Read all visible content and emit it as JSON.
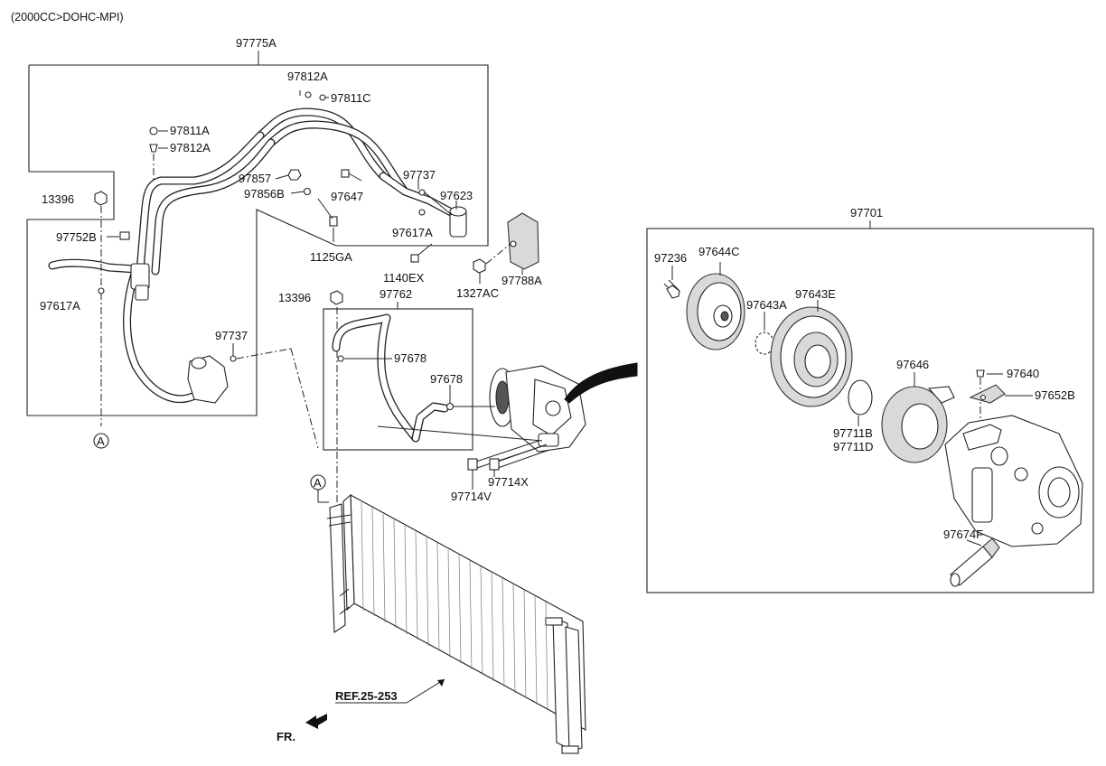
{
  "header": {
    "engine": "(2000CC>DOHC-MPI)"
  },
  "callouts": {
    "p97775A": "97775A",
    "p97812A_top": "97812A",
    "p97811C": "97811C",
    "p97811A": "97811A",
    "p97812A_left": "97812A",
    "p97857": "97857",
    "p97856B": "97856B",
    "p97647": "97647",
    "p97737_top": "97737",
    "p97623": "97623",
    "p97617A_right": "97617A",
    "p13396_left": "13396",
    "p97752B": "97752B",
    "p97617A_left": "97617A",
    "p1125GA": "1125GA",
    "p1140EX": "1140EX",
    "p1327AC": "1327AC",
    "p97788A": "97788A",
    "p13396_mid": "13396",
    "p97762": "97762",
    "p97737_low": "97737",
    "p97678_a": "97678",
    "p97678_b": "97678",
    "p97714X": "97714X",
    "p97714V": "97714V",
    "p97701": "97701",
    "p97236": "97236",
    "p97644C": "97644C",
    "p97643A": "97643A",
    "p97643E": "97643E",
    "p97646": "97646",
    "p97640": "97640",
    "p97652B": "97652B",
    "p97711B": "97711B",
    "p97711D": "97711D",
    "p97674F": "97674F"
  },
  "markers": {
    "ref_a_left": "A",
    "ref_a_condenser": "A"
  },
  "reference": {
    "ref_label": "REF.25-253"
  },
  "direction": {
    "front_label": "FR."
  }
}
